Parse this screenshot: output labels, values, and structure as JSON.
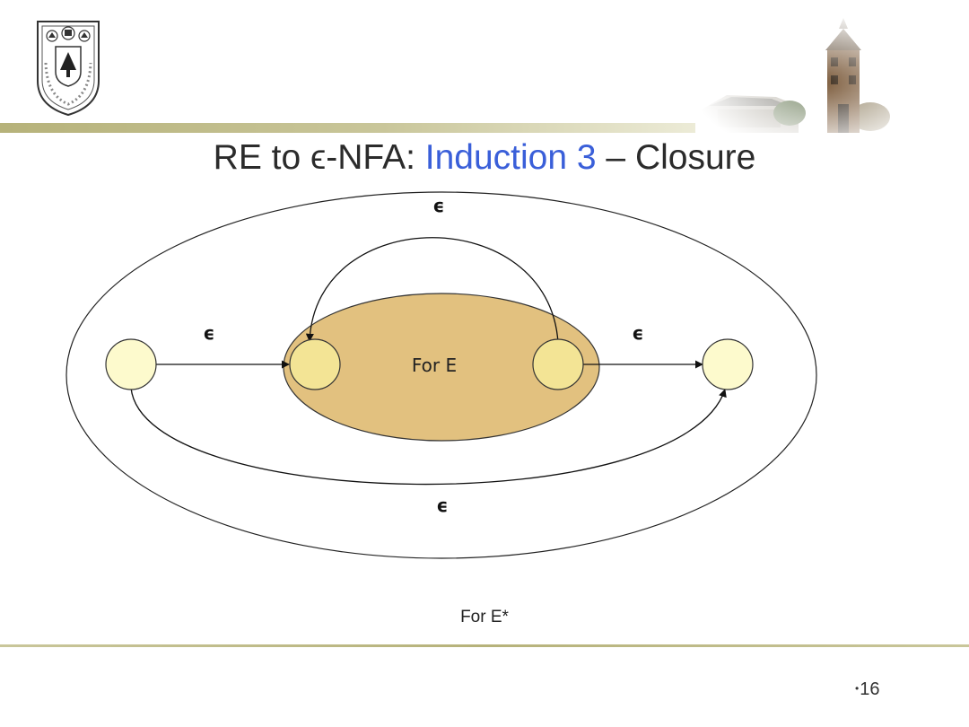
{
  "title": {
    "prefix": "RE to ϵ-NFA: ",
    "highlight": "Induction 3",
    "suffix": " – Closure"
  },
  "diagram": {
    "inner_label": "For E",
    "epsilon": "ϵ",
    "caption": "For E*"
  },
  "page_number": "16",
  "colors": {
    "state_fill": "#fdfacd",
    "inner_state_fill": "#f3e495",
    "inner_region_fill": "#e2c17f",
    "accent": "#3a5fd9"
  },
  "icons": [
    "university-seal-icon",
    "building-photo-icon"
  ]
}
